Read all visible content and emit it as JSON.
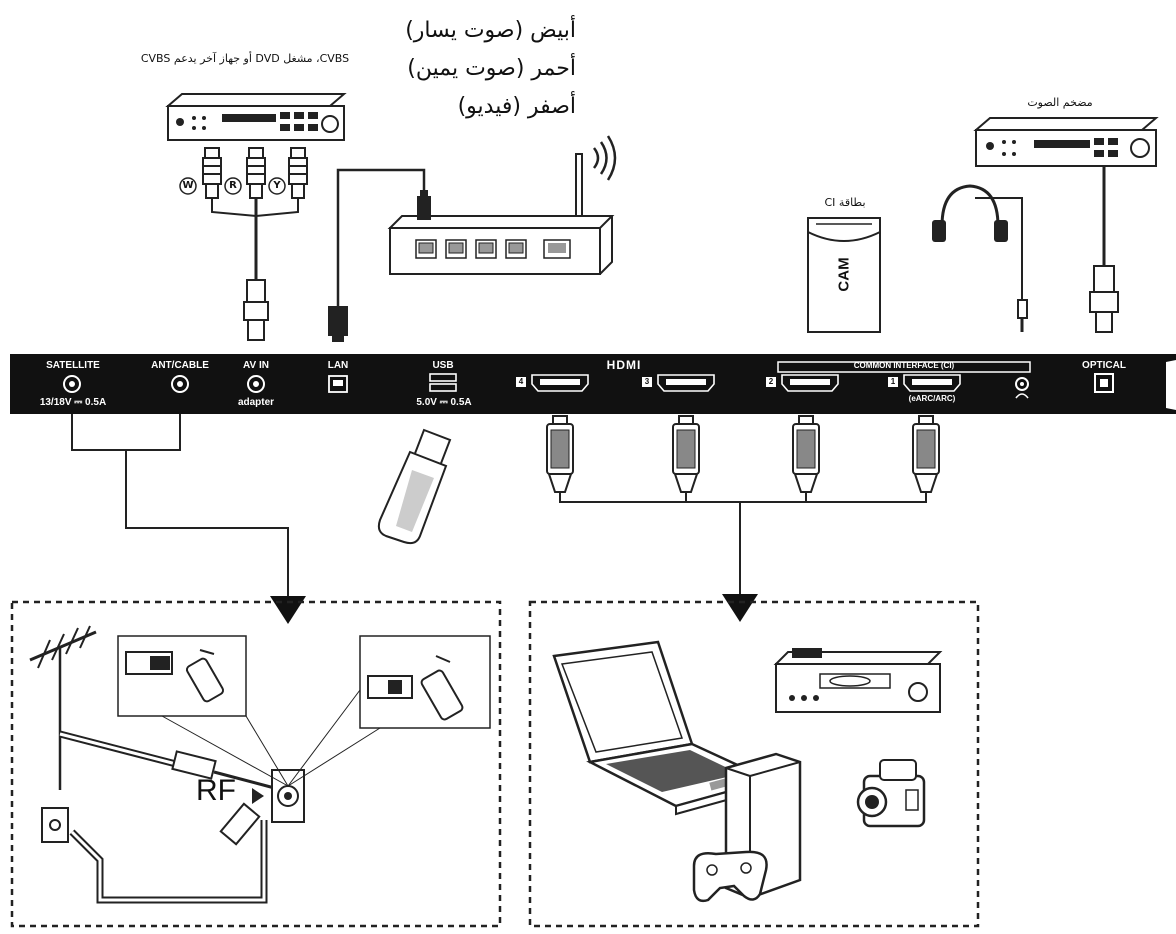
{
  "labels": {
    "dvd_player": "CVBS، مشغل DVD أو جهاز آخر يدعم CVBS",
    "white_audio_left": "أبيض (صوت يسار)",
    "red_audio_right": "أحمر (صوت يمين)",
    "yellow_video": "أصفر (فيديو)",
    "audio_amplifier": "مضخم الصوت",
    "ci_card": "بطاقة CI",
    "cam": "CAM",
    "rf": "RF"
  },
  "plug_letters": {
    "white": "W",
    "red": "R",
    "yellow": "Y"
  },
  "panel": {
    "satellite": "SATELLITE",
    "satellite_sub": "13/18V ⎓ 0.5A",
    "ant_cable": "ANT/CABLE",
    "av_in": "AV IN",
    "av_in_sub": "adapter",
    "lan": "LAN",
    "usb": "USB",
    "usb_sub": "5.0V ⎓ 0.5A",
    "hdmi": "HDMI",
    "common_interface": "COMMON INTERFACE (CI)",
    "earc": "(eARC/ARC)",
    "optical": "OPTICAL",
    "hdmi_ports": [
      "4",
      "3",
      "2",
      "1"
    ]
  },
  "icons": [
    "dvd-player-icon",
    "router-icon",
    "wifi-signal-icon",
    "headphones-icon",
    "amplifier-icon",
    "ci-card-icon",
    "usb-stick-icon",
    "antenna-icon",
    "wall-socket-icon",
    "laptop-icon",
    "bluray-player-icon",
    "game-console-icon",
    "gamepad-icon",
    "camcorder-icon"
  ]
}
